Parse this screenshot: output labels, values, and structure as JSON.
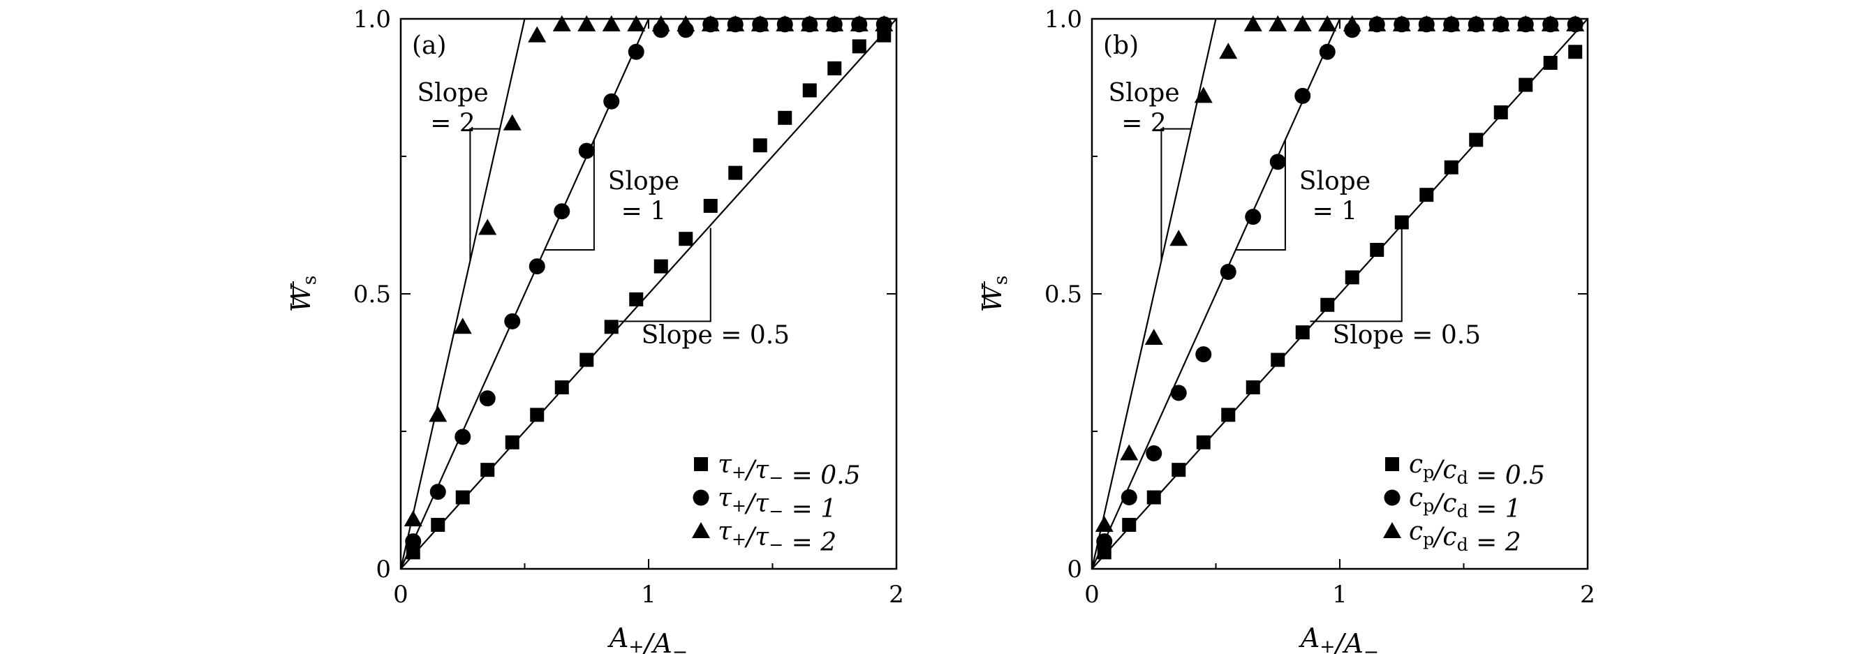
{
  "chart_data": [
    {
      "type": "scatter",
      "panel": "(a)",
      "xlabel": "A+/A−",
      "ylabel": "Ws",
      "xlim": [
        0,
        2
      ],
      "ylim": [
        0,
        1
      ],
      "x_ticks": [
        "0",
        "1",
        "2"
      ],
      "y_ticks": [
        "0",
        "0.5",
        "1.0"
      ],
      "series": [
        {
          "name": "τ+/τ− = 0.5",
          "marker": "square",
          "x": [
            0.05,
            0.15,
            0.25,
            0.35,
            0.45,
            0.55,
            0.65,
            0.75,
            0.85,
            0.95,
            1.05,
            1.15,
            1.25,
            1.35,
            1.45,
            1.55,
            1.65,
            1.75,
            1.85,
            1.95
          ],
          "y": [
            0.03,
            0.08,
            0.13,
            0.18,
            0.23,
            0.28,
            0.33,
            0.38,
            0.44,
            0.49,
            0.55,
            0.6,
            0.66,
            0.72,
            0.77,
            0.82,
            0.87,
            0.91,
            0.95,
            0.97
          ]
        },
        {
          "name": "τ+/τ− = 1",
          "marker": "circle",
          "x": [
            0.05,
            0.15,
            0.25,
            0.35,
            0.45,
            0.55,
            0.65,
            0.75,
            0.85,
            0.95,
            1.05,
            1.15,
            1.25,
            1.35,
            1.45,
            1.55,
            1.65,
            1.75,
            1.85,
            1.95
          ],
          "y": [
            0.05,
            0.14,
            0.24,
            0.31,
            0.45,
            0.55,
            0.65,
            0.76,
            0.85,
            0.94,
            0.98,
            0.98,
            0.99,
            0.99,
            0.99,
            0.99,
            0.99,
            0.99,
            0.99,
            0.99
          ]
        },
        {
          "name": "τ+/τ− = 2",
          "marker": "triangle",
          "x": [
            0.05,
            0.15,
            0.25,
            0.35,
            0.45,
            0.55,
            0.65,
            0.75,
            0.85,
            0.95,
            1.05,
            1.15,
            1.25,
            1.35,
            1.45,
            1.55,
            1.65,
            1.75,
            1.85,
            1.95
          ],
          "y": [
            0.09,
            0.28,
            0.44,
            0.62,
            0.81,
            0.97,
            0.99,
            0.99,
            0.99,
            0.99,
            0.99,
            0.99,
            0.99,
            0.99,
            0.99,
            0.99,
            0.99,
            0.99,
            0.99,
            0.99
          ]
        }
      ],
      "fit_lines": [
        {
          "slope": 2,
          "label": "Slope = 2"
        },
        {
          "slope": 1,
          "label": "Slope = 1"
        },
        {
          "slope": 0.5,
          "label": "Slope = 0.5"
        }
      ],
      "annotations": {
        "slope2": [
          "Slope",
          "= 2"
        ],
        "slope1": [
          "Slope",
          "= 1"
        ],
        "slope05": "Slope = 0.5"
      },
      "legend_position": "bottom-right"
    },
    {
      "type": "scatter",
      "panel": "(b)",
      "xlabel": "A+/A−",
      "ylabel": "Ws",
      "xlim": [
        0,
        2
      ],
      "ylim": [
        0,
        1
      ],
      "x_ticks": [
        "0",
        "1",
        "2"
      ],
      "y_ticks": [
        "0",
        "0.5",
        "1.0"
      ],
      "series": [
        {
          "name": "cp/cd = 0.5",
          "marker": "square",
          "x": [
            0.05,
            0.15,
            0.25,
            0.35,
            0.45,
            0.55,
            0.65,
            0.75,
            0.85,
            0.95,
            1.05,
            1.15,
            1.25,
            1.35,
            1.45,
            1.55,
            1.65,
            1.75,
            1.85,
            1.95
          ],
          "y": [
            0.03,
            0.08,
            0.13,
            0.18,
            0.23,
            0.28,
            0.33,
            0.38,
            0.43,
            0.48,
            0.53,
            0.58,
            0.63,
            0.68,
            0.73,
            0.78,
            0.83,
            0.88,
            0.92,
            0.94
          ]
        },
        {
          "name": "cp/cd = 1",
          "marker": "circle",
          "x": [
            0.05,
            0.15,
            0.25,
            0.35,
            0.45,
            0.55,
            0.65,
            0.75,
            0.85,
            0.95,
            1.05,
            1.15,
            1.25,
            1.35,
            1.45,
            1.55,
            1.65,
            1.75,
            1.85,
            1.95
          ],
          "y": [
            0.05,
            0.13,
            0.21,
            0.32,
            0.39,
            0.54,
            0.64,
            0.74,
            0.86,
            0.94,
            0.98,
            0.99,
            0.99,
            0.99,
            0.99,
            0.99,
            0.99,
            0.99,
            0.99,
            0.99
          ]
        },
        {
          "name": "cp/cd = 2",
          "marker": "triangle",
          "x": [
            0.05,
            0.15,
            0.25,
            0.35,
            0.45,
            0.55,
            0.65,
            0.75,
            0.85,
            0.95,
            1.05,
            1.15,
            1.25,
            1.35,
            1.45,
            1.55,
            1.65,
            1.75,
            1.85,
            1.95
          ],
          "y": [
            0.08,
            0.21,
            0.42,
            0.6,
            0.86,
            0.94,
            0.99,
            0.99,
            0.99,
            0.99,
            0.99,
            0.99,
            0.99,
            0.99,
            0.99,
            0.99,
            0.99,
            0.99,
            0.99,
            0.99
          ]
        }
      ],
      "fit_lines": [
        {
          "slope": 2,
          "label": "Slope = 2"
        },
        {
          "slope": 1,
          "label": "Slope = 1"
        },
        {
          "slope": 0.5,
          "label": "Slope = 0.5"
        }
      ],
      "annotations": {
        "slope2": [
          "Slope",
          "= 2"
        ],
        "slope1": [
          "Slope",
          "= 1"
        ],
        "slope05": "Slope = 0.5"
      },
      "legend_position": "bottom-right"
    }
  ]
}
